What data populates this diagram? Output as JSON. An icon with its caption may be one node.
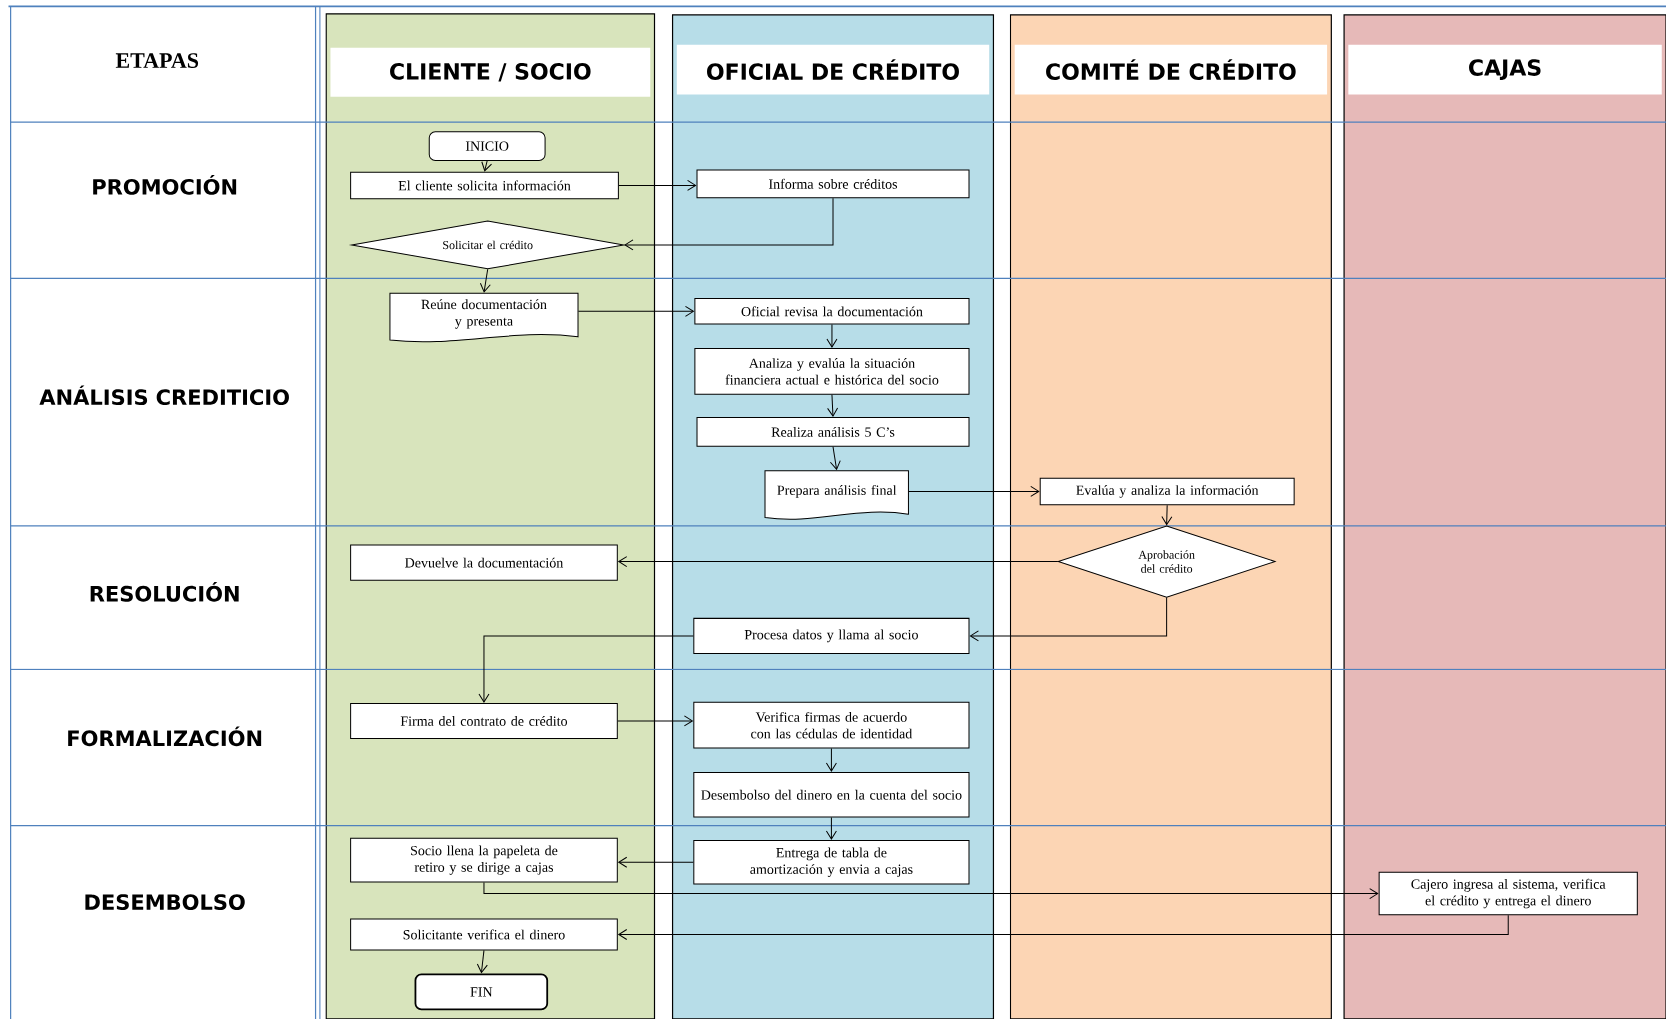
{
  "diagram": {
    "nodes": [
      {
        "text": [
          "CLIENTE / SOCIO"
        ]
      },
      {
        "text": [
          "OFICIAL DE CRÉDITO"
        ]
      },
      {
        "text": [
          "COMITÉ DE CRÉDITO"
        ]
      },
      {
        "text": [
          "CAJAS"
        ]
      },
      {
        "text": [
          "INICIO"
        ],
        "in": 0
      },
      {
        "text": [
          "El cliente solicita información"
        ],
        "in": 0
      },
      {
        "text": [
          "Informa sobre créditos"
        ],
        "in": 1
      },
      {
        "text": [
          "Solicitar el crédito"
        ],
        "in": 0
      },
      {
        "text": [
          "Reúne documentación y presenta"
        ],
        "in": 0
      },
      {
        "text": [
          "Oficial revisa la documentación"
        ],
        "in": 1
      },
      {
        "text": [
          "Analiza y evalúa la situación financiera actual e histórica del socio"
        ],
        "in": 1
      },
      {
        "text": [
          "Realiza análisis 5 C’s"
        ],
        "in": 1
      },
      {
        "text": [
          "Prepara análisis final"
        ],
        "in": 1
      },
      {
        "text": [
          "Evalúa y analiza la información"
        ],
        "in": 2
      },
      {
        "text": [
          "Aprobación del crédito"
        ],
        "in": 2
      },
      {
        "text": [
          "Devuelve la documentación"
        ],
        "in": 0
      },
      {
        "text": [
          "Procesa datos y llama al socio"
        ],
        "in": 1
      },
      {
        "text": [
          "Firma del contrato de crédito"
        ],
        "in": 0
      },
      {
        "text": [
          "Verifica firmas de acuerdo con las cédulas de identidad"
        ],
        "in": 1
      },
      {
        "text": [
          "Desembolso del dinero en la cuenta del socio"
        ],
        "in": 1
      },
      {
        "text": [
          "Entrega de tabla de amortización y envia a cajas"
        ],
        "in": 1
      },
      {
        "text": [
          "Socio llena la papeleta de retiro y se dirige a cajas"
        ],
        "in": 0
      },
      {
        "text": [
          "Cajero ingresa al sistema, verifica el crédito y entrega el dinero"
        ],
        "in": 3
      },
      {
        "text": [
          "Solicitante verifica el dinero"
        ],
        "in": 0
      },
      {
        "text": [
          "FIN"
        ],
        "in": 0
      }
    ],
    "edges": [
      {
        "from": 4,
        "to": 5,
        "arrow": "to"
      },
      {
        "from": 5,
        "to": 6,
        "arrow": "to"
      },
      {
        "from": 6,
        "to": 7,
        "arrow": "to"
      },
      {
        "from": 7,
        "to": 8,
        "arrow": "to"
      },
      {
        "from": 8,
        "to": 9,
        "arrow": "to"
      },
      {
        "from": 9,
        "to": 10,
        "arrow": "to"
      },
      {
        "from": 10,
        "to": 11,
        "arrow": "to"
      },
      {
        "from": 11,
        "to": 12,
        "arrow": "to"
      },
      {
        "from": 12,
        "to": 13,
        "arrow": "to"
      },
      {
        "from": 13,
        "to": 14,
        "arrow": "to"
      },
      {
        "from": 14,
        "to": 15,
        "arrow": "to"
      },
      {
        "from": 14,
        "to": 16,
        "arrow": "to"
      },
      {
        "from": 16,
        "to": 17,
        "arrow": "to"
      },
      {
        "from": 17,
        "to": 18,
        "arrow": "to"
      },
      {
        "from": 18,
        "to": 19,
        "arrow": "to"
      },
      {
        "from": 19,
        "to": 20,
        "arrow": "to"
      },
      {
        "from": 20,
        "to": 21,
        "arrow": "to"
      },
      {
        "from": 21,
        "to": 22,
        "arrow": "to"
      },
      {
        "from": 22,
        "to": 23,
        "arrow": "to"
      },
      {
        "from": 23,
        "to": 24,
        "arrow": "to"
      }
    ],
    "labels": [
      "ETAPAS",
      "PROMOCIÓN",
      "ANÁLISIS CREDITICIO",
      "RESOLUCIÓN",
      "FORMALIZACIÓN",
      "DESEMBOLSO"
    ]
  }
}
